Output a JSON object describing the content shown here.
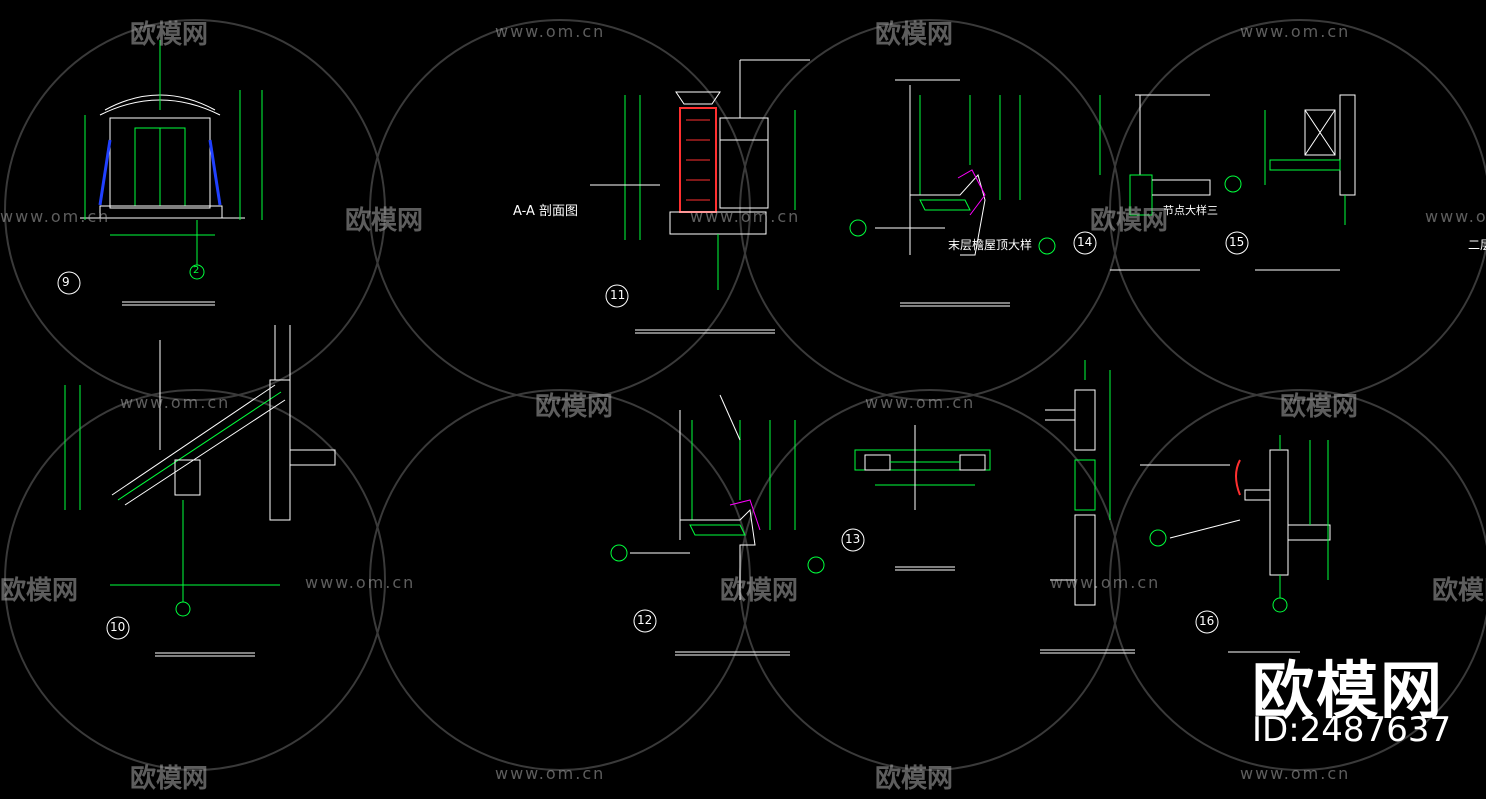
{
  "brand": {
    "name": "欧模网",
    "id_text": "ID:2487637"
  },
  "watermark": {
    "cn_text": "欧模网",
    "url_text": "www.om.cn"
  },
  "labels": {
    "section_title": "A-A 剖面图",
    "eave_detail": "末层檐屋顶大样",
    "node_detail": "节点大样三",
    "partial_label": "二层"
  },
  "detail_numbers": [
    "9",
    "10",
    "11",
    "12",
    "13",
    "14",
    "15",
    "16"
  ],
  "axis_marks": [
    "2"
  ],
  "colors": {
    "background": "#000000",
    "line_green": "#00ff3c",
    "line_white": "#ffffff",
    "line_cyan": "#00ffff",
    "line_red": "#ff3030",
    "line_blue": "#2040ff",
    "line_magenta": "#ff00ff",
    "line_yellow": "#ffff00"
  }
}
